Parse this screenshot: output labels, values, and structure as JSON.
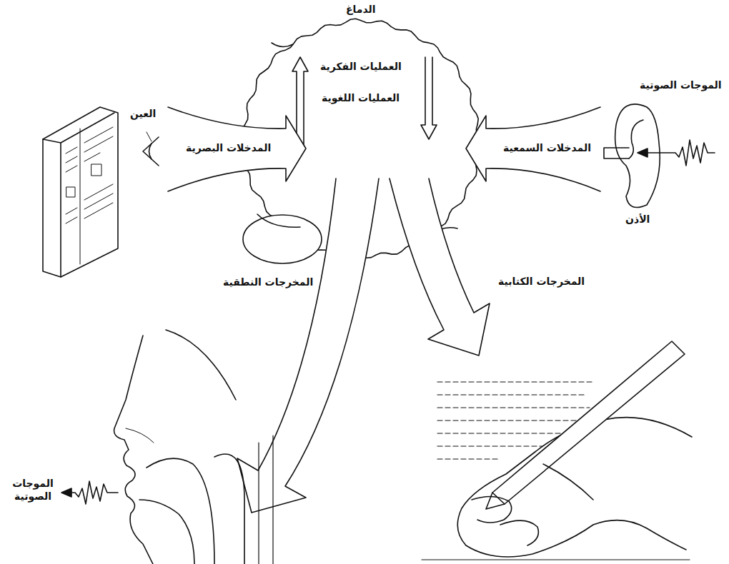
{
  "diagram": {
    "nodes": [
      {
        "text": [
          "الدماغ",
          "العمليات الفكرية",
          "العمليات اللغوية"
        ]
      }
    ],
    "labels": [
      "العين",
      "المدخلات البصرية",
      "الموجات الصوتية",
      "المدخلات السمعية",
      "الأذن",
      "المخرجات النطقية",
      "المخرجات الكتابية",
      "الموجات الصوتية"
    ]
  }
}
